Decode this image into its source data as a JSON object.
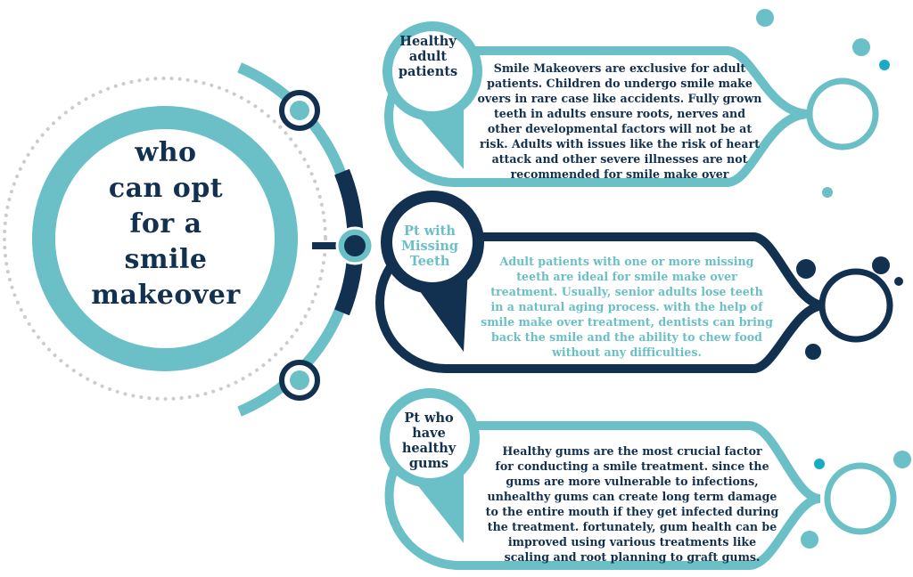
{
  "colors": {
    "teal": "#6bbfc6",
    "navy": "#12304f",
    "bright_teal": "#1aaac4",
    "dots": "#c9cdd0"
  },
  "title": "who can opt for a smile makeover",
  "title_lines": [
    "who",
    "can opt",
    "for a",
    "smile",
    "makeover"
  ],
  "items": [
    {
      "label_lines": [
        "Healthy",
        "adult",
        "patients"
      ],
      "text_lines": [
        "Smile Makeovers are exclusive for adult",
        "patients. Children do undergo smile make",
        "overs in rare case like accidents. Fully grown",
        "teeth in adults ensure roots, nerves and",
        "other developmental factors will not be at",
        "risk. Adults with issues like the risk of heart",
        "attack and other severe illnesses are not",
        "recommended for smile make over"
      ],
      "accent": "#6bbfc6",
      "label_color": "#12304f",
      "text_color": "#12304f"
    },
    {
      "label_lines": [
        "Pt with",
        "Missing",
        "Teeth"
      ],
      "text_lines": [
        "Adult patients with one or more missing",
        "teeth are ideal for smile make over",
        "treatment. Usually, senior adults lose teeth",
        "in a natural aging process. with the help of",
        "smile make over treatment, dentists can bring",
        "back the smile and the ability to chew food",
        "without any difficulties."
      ],
      "accent": "#12304f",
      "label_color": "#6bbfc6",
      "text_color": "#6bbfc6"
    },
    {
      "label_lines": [
        "Pt who",
        "have",
        "healthy",
        "gums"
      ],
      "text_lines": [
        "Healthy gums are the most crucial factor",
        "for conducting a smile treatment. since the",
        "gums are more vulnerable to infections,",
        "unhealthy gums can create long term damage",
        "to the entire mouth if they get infected during",
        "the treatment. fortunately, gum health can be",
        "improved using various treatments like",
        "scaling and root planning to graft gums."
      ],
      "accent": "#6bbfc6",
      "label_color": "#12304f",
      "text_color": "#12304f"
    }
  ]
}
